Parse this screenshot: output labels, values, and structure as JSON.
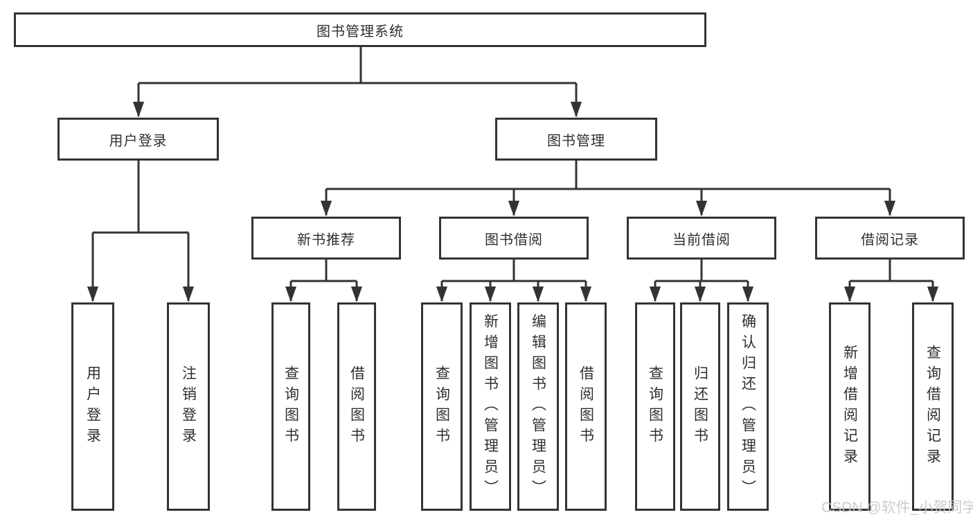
{
  "tree": {
    "root": {
      "label": "图书管理系统"
    },
    "branches": [
      {
        "label": "用户登录",
        "leaves": [
          {
            "label": "用户登录"
          },
          {
            "label": "注销登录"
          }
        ]
      },
      {
        "label": "图书管理",
        "children": [
          {
            "label": "新书推荐",
            "leaves": [
              {
                "label": "查询图书"
              },
              {
                "label": "借阅图书"
              }
            ]
          },
          {
            "label": "图书借阅",
            "leaves": [
              {
                "label": "查询图书"
              },
              {
                "label": "新增图书（管理员）"
              },
              {
                "label": "编辑图书（管理员）"
              },
              {
                "label": "借阅图书"
              }
            ]
          },
          {
            "label": "当前借阅",
            "leaves": [
              {
                "label": "查询图书"
              },
              {
                "label": "归还图书"
              },
              {
                "label": "确认归还（管理员）"
              }
            ]
          },
          {
            "label": "借阅记录",
            "leaves": [
              {
                "label": "新增借阅记录"
              },
              {
                "label": "查询借阅记录"
              }
            ]
          }
        ]
      }
    ]
  },
  "watermark": {
    "text": "CSDN @软件_小贺同学"
  },
  "colors": {
    "line": "#333333",
    "text": "#2f2f2f",
    "watermark": "#c7c7c7",
    "background": "#ffffff"
  }
}
